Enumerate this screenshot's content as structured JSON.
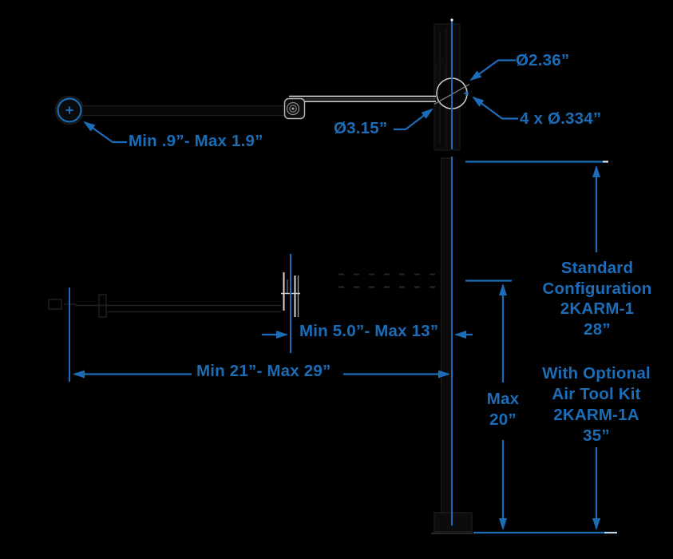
{
  "colors": {
    "background": "#000000",
    "accent_blue": "#1c6db8",
    "drawing_white": "#e6e6e6",
    "drawing_gray": "#8c8c8c"
  },
  "callouts": {
    "tool_holder_range": "Min .9”- Max 1.9”",
    "mount_hole_circle_diameter": "Ø2.36”",
    "mount_holes": "4 x Ø.334”",
    "mount_plate_diameter": "Ø3.15”"
  },
  "dimensions": {
    "forearm_extension": "Min 5.0”- Max 13”",
    "total_reach": "Min 21”- Max 29”",
    "column_height_line1": "Max",
    "column_height_line2": "20”"
  },
  "notes": {
    "standard": [
      "Standard",
      "Configuration",
      "2KARM-1",
      "28”"
    ],
    "optional": [
      "With Optional",
      "Air Tool Kit",
      "2KARM-1A",
      "35”"
    ]
  }
}
